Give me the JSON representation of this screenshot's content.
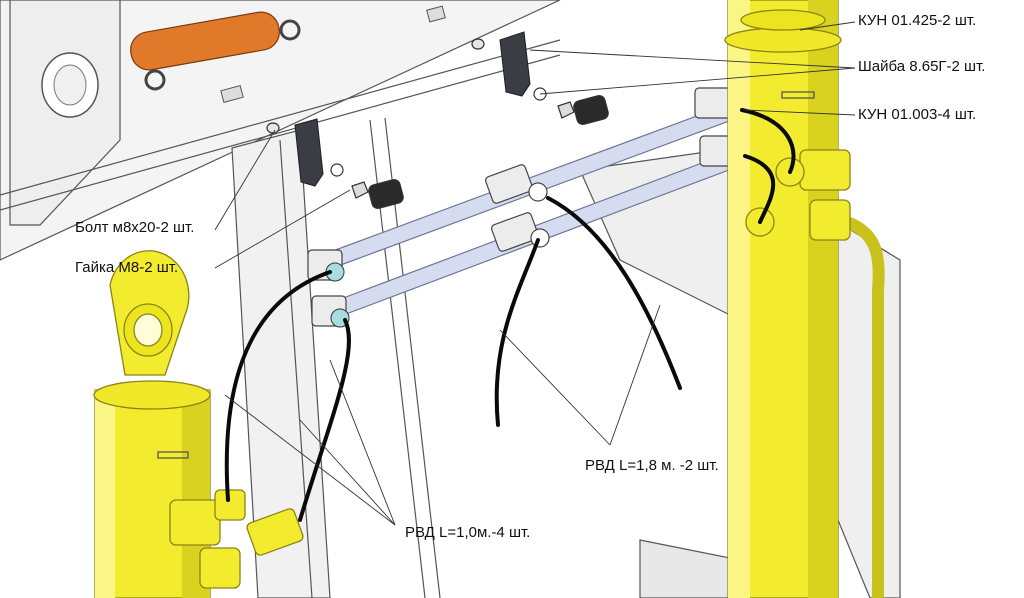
{
  "labels": {
    "kun_01425": "КУН 01.425-2 шт.",
    "shaiba": "Шайба 8.65Г-2 шт.",
    "kun_01003": "КУН 01.003-4 шт.",
    "bolt": "Болт м8х20-2 шт.",
    "gaika": "Гайка М8-2 шт.",
    "rvd_18": "РВД L=1,8 м. -2 шт.",
    "rvd_10": "РВД L=1,0м.-4 шт."
  },
  "colors": {
    "cylinder": "#f3ec2e",
    "cylinder_shade": "#c9c21c",
    "hose": "#0a0a0a",
    "tube": "#d5dcf0",
    "rod_orange": "#e07a2a",
    "clamp": "#3a3d44",
    "frame_line": "#555555"
  }
}
